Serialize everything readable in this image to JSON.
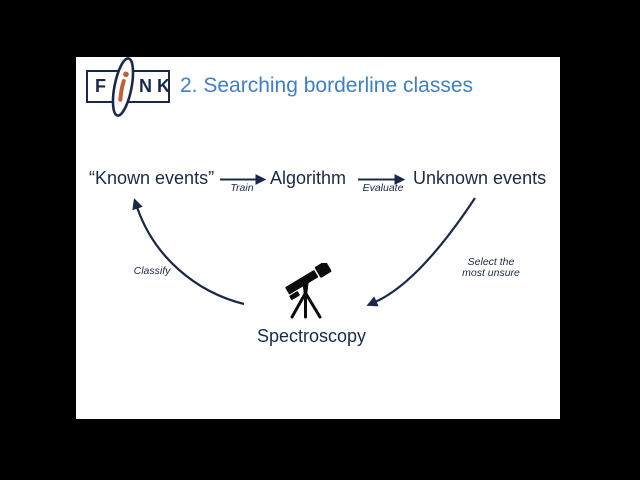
{
  "slide": {
    "logo": {
      "name": "FINK",
      "letters": [
        "F",
        "N",
        "K"
      ]
    },
    "header": {
      "title": "2. Searching borderline classes"
    },
    "diagram": {
      "nodes": {
        "known": {
          "label": "“Known events”"
        },
        "algorithm": {
          "label": "Algorithm"
        },
        "unknown": {
          "label": "Unknown events"
        },
        "spectroscopy": {
          "label": "Spectroscopy"
        }
      },
      "edges": {
        "train": {
          "from": "known",
          "to": "algorithm",
          "label": "Train"
        },
        "evaluate": {
          "from": "algorithm",
          "to": "unknown",
          "label": "Evaluate"
        },
        "select": {
          "from": "unknown",
          "to": "spectroscopy",
          "label_line1": "Select the",
          "label_line2": "most unsure"
        },
        "classify": {
          "from": "spectroscopy",
          "to": "known",
          "label": "Classify"
        }
      }
    },
    "colors": {
      "navy": "#1b2949",
      "title_blue": "#3e80c8",
      "orange": "#c06033",
      "letterbox": "#000000",
      "slide_background": "#ffffff"
    }
  }
}
